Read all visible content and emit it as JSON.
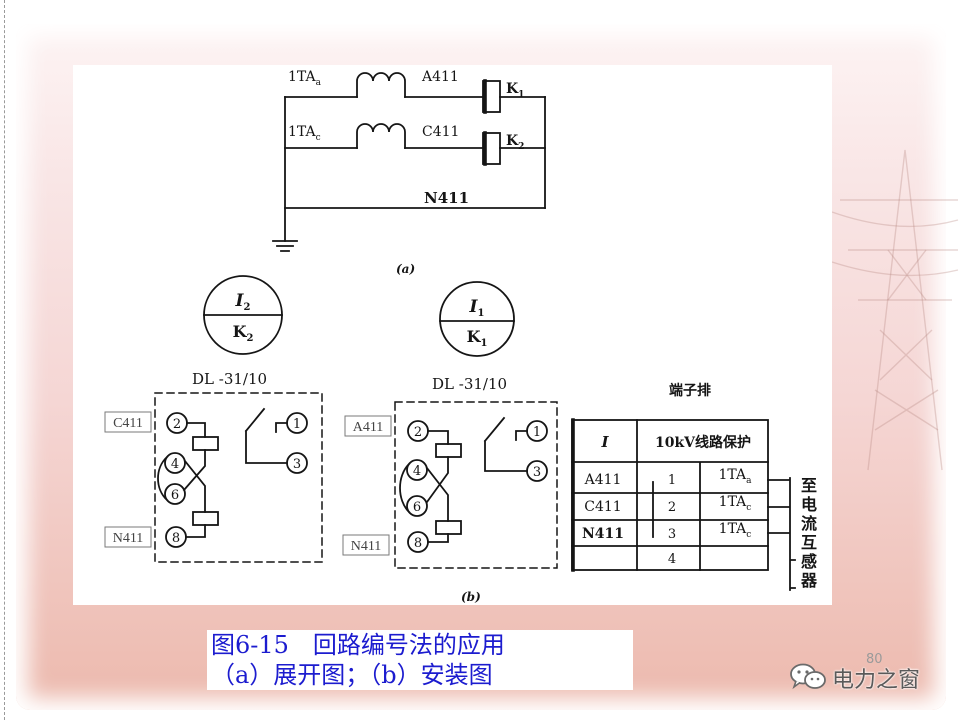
{
  "slide": {
    "page_number": "80",
    "caption": {
      "title": "图6-15　回路编号法的应用",
      "subtitle": "（a）展开图；（b）安装图"
    },
    "watermark": {
      "icon": "wechat-icon",
      "text": "电力之窗"
    },
    "colors": {
      "caption_text": "#1c1ccf",
      "background": "#f5d6d4"
    }
  },
  "diagram_a": {
    "panel_label": "(a)",
    "ct_a": {
      "name": "1TA",
      "sub": "a"
    },
    "ct_c": {
      "name": "1TA",
      "sub": "c"
    },
    "wire_a": "A411",
    "wire_c": "C411",
    "wire_n": "N411",
    "relay_k1": {
      "name": "K",
      "sub": "1"
    },
    "relay_k2": {
      "name": "K",
      "sub": "2"
    }
  },
  "diagram_b": {
    "panel_label": "(b)",
    "relay_left": {
      "badge": {
        "top": "I",
        "top_sub": "2",
        "bottom": "K",
        "bottom_sub": "2"
      },
      "model": "DL -31/10",
      "terminals": [
        "2",
        "4",
        "6",
        "8",
        "1",
        "3"
      ],
      "wire_labels": [
        "C411",
        "N411"
      ]
    },
    "relay_right": {
      "badge": {
        "top": "I",
        "top_sub": "1",
        "bottom": "K",
        "bottom_sub": "1"
      },
      "model": "DL -31/10",
      "terminals": [
        "2",
        "4",
        "6",
        "8",
        "1",
        "3"
      ],
      "wire_labels": [
        "A411",
        "N411"
      ]
    },
    "terminal_block": {
      "title": "端子排",
      "header": [
        "I",
        "10kV线路保护"
      ],
      "rows": [
        {
          "wire": "A411",
          "terminal": "1",
          "ct": "1TA",
          "ct_sub": "a"
        },
        {
          "wire": "C411",
          "terminal": "2",
          "ct": "1TA",
          "ct_sub": "c"
        },
        {
          "wire": "N411",
          "terminal": "3",
          "ct": "1TA",
          "ct_sub": "c"
        },
        {
          "terminal": "4"
        }
      ],
      "note": "至电流互感器"
    }
  }
}
